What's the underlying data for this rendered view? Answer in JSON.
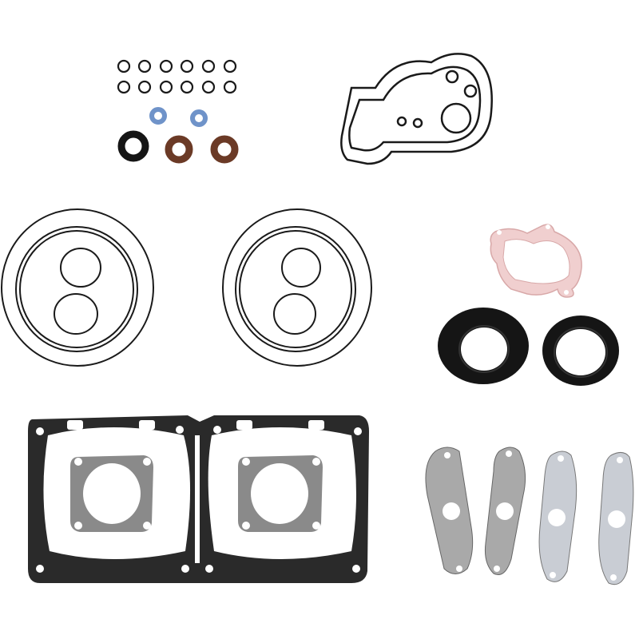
{
  "colors": {
    "background": "#ffffff",
    "oring_black": "#1a1a1a",
    "oring_blue": "#6f93c9",
    "seal_brown": "#6b3a26",
    "seal_black": "#151515",
    "gasket_dark": "#2a2a2a",
    "gasket_fiber": "#8a8a8a",
    "gasket_pink": "#f0cfcf",
    "gasket_silver": "#c9cdd4"
  },
  "parts": [
    {
      "id": "small-o-rings",
      "icon": "o-ring-icon",
      "count": 12
    },
    {
      "id": "blue-o-rings",
      "icon": "o-ring-icon",
      "count": 2
    },
    {
      "id": "black-oil-seal",
      "icon": "oil-seal-icon",
      "count": 1
    },
    {
      "id": "brown-oil-seals",
      "icon": "oil-seal-icon",
      "count": 2
    },
    {
      "id": "water-pump-cover-gasket",
      "icon": "gasket-icon",
      "count": 1
    },
    {
      "id": "cylinder-head-o-ring-sets",
      "icon": "o-ring-icon",
      "count": 2
    },
    {
      "id": "rotary-cover-gasket",
      "icon": "gasket-icon",
      "count": 1
    },
    {
      "id": "crankshaft-seals",
      "icon": "oil-seal-icon",
      "count": 2
    },
    {
      "id": "cylinder-base-gasket",
      "icon": "gasket-icon",
      "count": 1
    },
    {
      "id": "exhaust-flange-gaskets",
      "icon": "gasket-icon",
      "count": 2
    },
    {
      "id": "reed-block-gaskets",
      "icon": "gasket-icon",
      "count": 4
    }
  ]
}
